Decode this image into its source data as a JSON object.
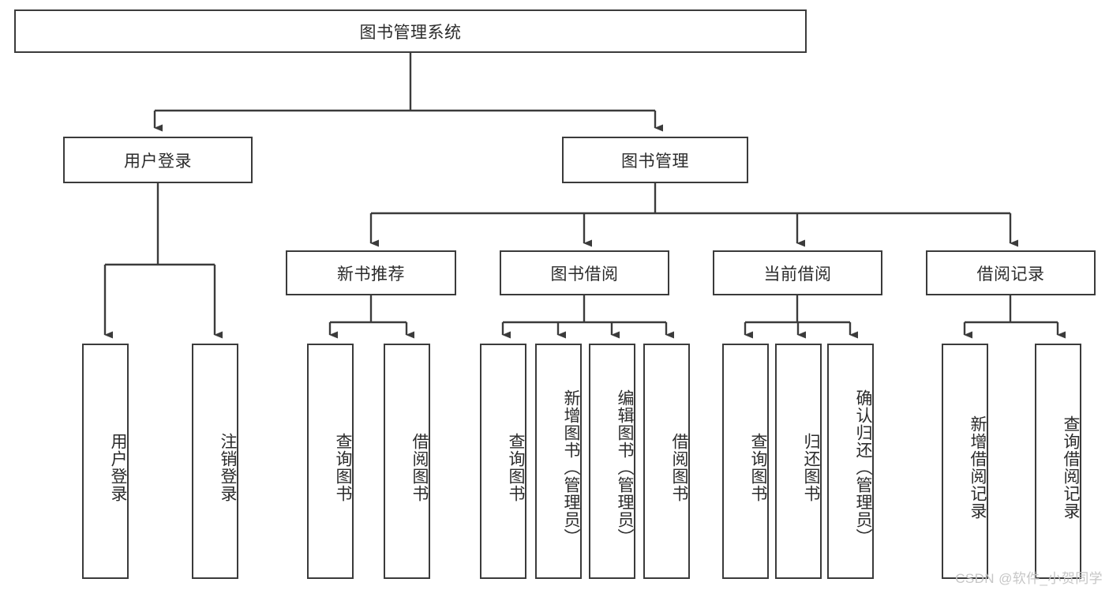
{
  "diagram": {
    "title": "图书管理系统",
    "type": "hierarchy-tree",
    "watermark": "CSDN @软件_小贺同学",
    "stroke_color": "#3b3b3b",
    "fill_color": "#ffffff",
    "text_color": "#2b2b2b",
    "background": "#ffffff"
  },
  "root": {
    "label": "图书管理系统"
  },
  "level2": [
    {
      "label": "用户登录"
    },
    {
      "label": "图书管理"
    }
  ],
  "level3": [
    {
      "label": "新书推荐"
    },
    {
      "label": "图书借阅"
    },
    {
      "label": "当前借阅"
    },
    {
      "label": "借阅记录"
    }
  ],
  "leaves": {
    "user_login": [
      {
        "label": "用户登录"
      },
      {
        "label": "注销登录"
      }
    ],
    "new_book_recommend": [
      {
        "label": "查询图书"
      },
      {
        "label": "借阅图书"
      }
    ],
    "book_borrow": [
      {
        "label": "查询图书"
      },
      {
        "label": "新增图书（管理员）"
      },
      {
        "label": "编辑图书（管理员）"
      },
      {
        "label": "借阅图书"
      }
    ],
    "current_borrow": [
      {
        "label": "查询图书"
      },
      {
        "label": "归还图书"
      },
      {
        "label": "确认归还（管理员）"
      }
    ],
    "borrow_record": [
      {
        "label": "新增借阅记录"
      },
      {
        "label": "查询借阅记录"
      }
    ]
  }
}
